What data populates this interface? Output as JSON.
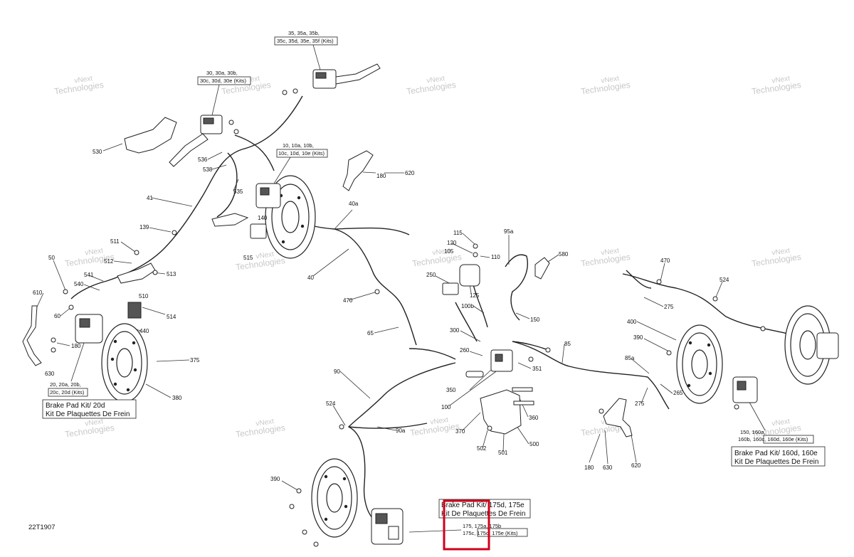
{
  "diagram": {
    "ref_code": "22T1907",
    "watermark": {
      "line1": "vNext",
      "line2": "Technologies",
      "combined": "vNext Technologies"
    },
    "callouts": [
      {
        "id": "c35",
        "lines": [
          "35, 35a, 35b,",
          "35c, 35d, 35e, 35f (Kits)"
        ]
      },
      {
        "id": "c30",
        "lines": [
          "30, 30a, 30b,",
          "30c, 30d, 30e (Kits)"
        ]
      },
      {
        "id": "c10",
        "lines": [
          "10, 10a, 10b,",
          "10c, 10d, 10e (Kits)"
        ]
      },
      {
        "id": "c20",
        "lines": [
          "20, 20a, 20b,",
          "20c, 20d (Kits)"
        ]
      },
      {
        "id": "c150",
        "lines": [
          "150, 160a,",
          "160b, 160c, 160d, 160e (Kits)"
        ]
      },
      {
        "id": "c175",
        "lines": [
          "175, 175a, 175b",
          "175c, 175d, 175e (Kits)"
        ]
      }
    ],
    "kit_labels": [
      {
        "id": "k20",
        "lines": [
          "Brake Pad Kit/ 20d",
          "Kit De Plaquettes De Frein"
        ]
      },
      {
        "id": "k160",
        "lines": [
          "Brake Pad Kit/ 160d, 160e",
          "Kit De Plaquettes De Frein"
        ]
      },
      {
        "id": "k175",
        "lines": [
          "Brake Pad Kit/ 175d, 175e",
          "Kit De Plaquettes De Frein"
        ]
      }
    ],
    "parts": [
      "530",
      "536",
      "538",
      "41",
      "535",
      "140",
      "515",
      "139",
      "511",
      "512",
      "513",
      "541",
      "540",
      "510",
      "514",
      "50",
      "610",
      "60",
      "440",
      "180",
      "630",
      "375",
      "380",
      "620",
      "180",
      "40a",
      "40",
      "470",
      "65",
      "90",
      "524",
      "90a",
      "115",
      "120",
      "105",
      "110",
      "95a",
      "580",
      "250",
      "125",
      "100b",
      "150",
      "300",
      "260",
      "350",
      "100",
      "351",
      "85",
      "370",
      "360",
      "502",
      "501",
      "500",
      "470",
      "524",
      "275",
      "400",
      "390",
      "85a",
      "265",
      "275",
      "180",
      "630",
      "620",
      "390"
    ],
    "highlight_color": "#d0021b"
  }
}
